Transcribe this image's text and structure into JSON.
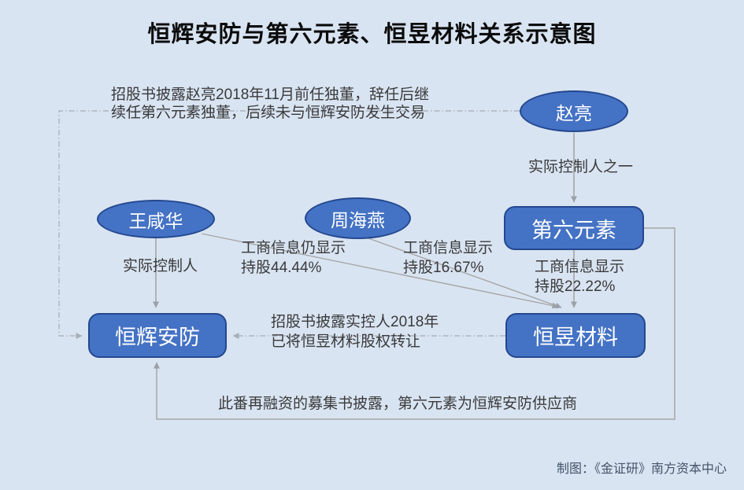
{
  "title": "恒辉安防与第六元素、恒昱材料关系示意图",
  "footer": "制图：《金证研》南方资本中心",
  "colors": {
    "background": "#d9e4f2",
    "node_fill": "#4472c4",
    "node_border": "#24488f",
    "node_text": "#ffffff",
    "solid_line": "#a6a6a6",
    "dashed_line": "#aeb4bd",
    "annotation_text": "#3a3a3a",
    "footer_text": "#44546a",
    "title_text": "#0b0b0b"
  },
  "nodes": {
    "zhao_liang": {
      "label": "赵亮",
      "shape": "ellipse"
    },
    "wang_xianhua": {
      "label": "王咸华",
      "shape": "ellipse"
    },
    "zhou_haiyan": {
      "label": "周海燕",
      "shape": "ellipse"
    },
    "di_liu_yuan_su": {
      "label": "第六元素",
      "shape": "rect"
    },
    "heng_yu_cai_liao": {
      "label": "恒昱材料",
      "shape": "rect"
    },
    "heng_hui_an_fang": {
      "label": "恒辉安防",
      "shape": "rect"
    }
  },
  "annotations": {
    "zhaoliang_note": "招股书披露赵亮2018年11月前任独董，辞任后继\n续任第六元素独董，后续未与恒辉安防发生交易",
    "actual_controller_one": "实际控制人之一",
    "actual_controller": "实际控制人",
    "holding_4444": "工商信息仍显示\n持股44.44%",
    "holding_1667": "工商信息显示\n持股16.67%",
    "holding_2222": "工商信息显示\n持股22.22%",
    "equity_transfer": "招股书披露实控人2018年\n已将恒昱材料股权转让",
    "supplier_note": "此番再融资的募集书披露，第六元素为恒辉安防供应商"
  },
  "edges": [
    {
      "from": "zhao_liang",
      "to": "di_liu_yuan_su",
      "style": "solid-arrow",
      "label": "实际控制人之一"
    },
    {
      "from": "wang_xianhua",
      "to": "heng_hui_an_fang",
      "style": "solid-arrow",
      "label": "实际控制人"
    },
    {
      "from": "wang_xianhua",
      "to": "heng_yu_cai_liao",
      "style": "solid-arrow",
      "label": "工商信息仍显示 持股44.44%"
    },
    {
      "from": "zhou_haiyan",
      "to": "heng_yu_cai_liao",
      "style": "solid-arrow",
      "label": "工商信息显示 持股16.67%"
    },
    {
      "from": "di_liu_yuan_su",
      "to": "heng_yu_cai_liao",
      "style": "solid-arrow",
      "label": "工商信息显示 持股22.22%"
    },
    {
      "from": "heng_yu_cai_liao",
      "to": "heng_hui_an_fang",
      "style": "dash-dot-arrow",
      "label": "招股书披露实控人2018年已将恒昱材料股权转让"
    },
    {
      "from": "zhao_liang",
      "to": "heng_hui_an_fang",
      "style": "dash-dot-arrow",
      "label": "招股书披露赵亮2018年11月前任独董，辞任后继续任第六元素独董，后续未与恒辉安防发生交易"
    },
    {
      "from": "di_liu_yuan_su",
      "to": "heng_hui_an_fang",
      "style": "solid-arrow",
      "label": "此番再融资的募集书披露，第六元素为恒辉安防供应商"
    }
  ]
}
